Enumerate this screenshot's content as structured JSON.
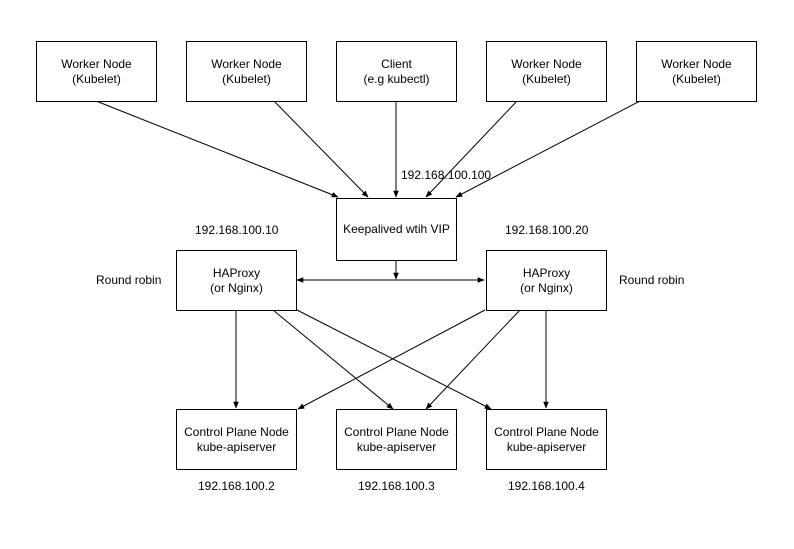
{
  "nodes": {
    "worker1": {
      "line1": "Worker Node",
      "line2": "(Kubelet)"
    },
    "worker2": {
      "line1": "Worker Node",
      "line2": "(Kubelet)"
    },
    "client": {
      "line1": "Client",
      "line2": "(e.g kubectl)"
    },
    "worker3": {
      "line1": "Worker Node",
      "line2": "(Kubelet)"
    },
    "worker4": {
      "line1": "Worker Node",
      "line2": "(Kubelet)"
    },
    "keepalived": {
      "line1": "Keepalived wtih VIP"
    },
    "haproxy_left": {
      "line1": "HAProxy",
      "line2": "(or Nginx)"
    },
    "haproxy_right": {
      "line1": "HAProxy",
      "line2": "(or Nginx)"
    },
    "cp1": {
      "line1": "Control Plane Node",
      "line2": "kube-apiserver"
    },
    "cp2": {
      "line1": "Control Plane Node",
      "line2": "kube-apiserver"
    },
    "cp3": {
      "line1": "Control Plane Node",
      "line2": "kube-apiserver"
    }
  },
  "labels": {
    "vip_ip": "192.168.100.100",
    "left_lb_ip": "192.168.100.10",
    "right_lb_ip": "192.168.100.20",
    "left_lb_mode": "Round robin",
    "right_lb_mode": "Round robin",
    "cp1_ip": "192.168.100.2",
    "cp2_ip": "192.168.100.3",
    "cp3_ip": "192.168.100.4"
  }
}
